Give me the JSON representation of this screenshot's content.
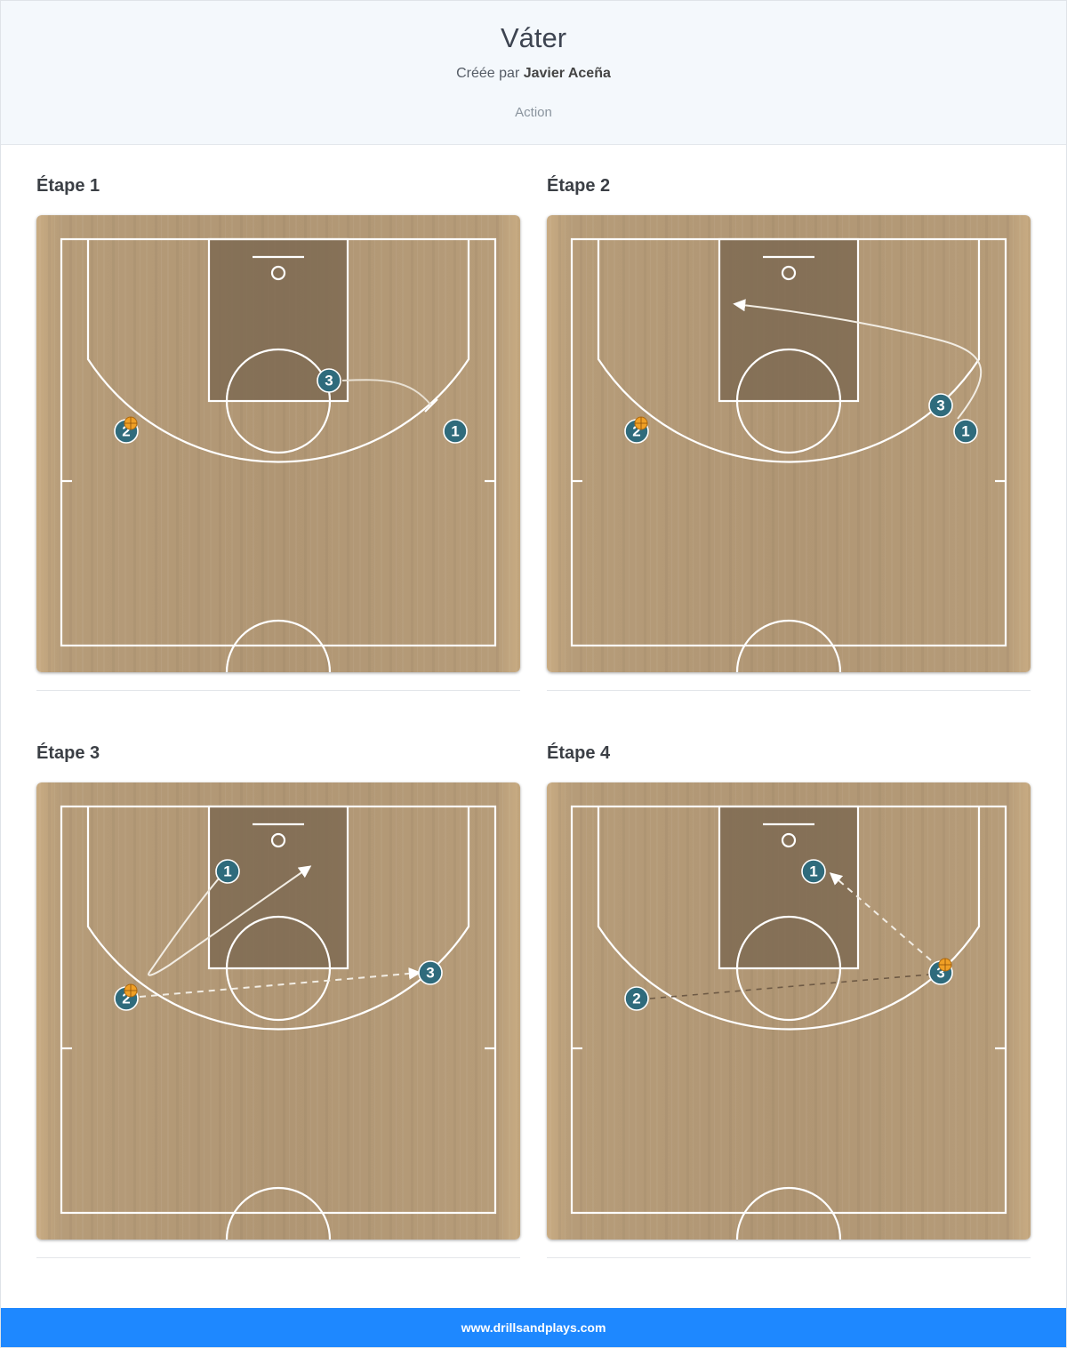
{
  "play": {
    "title": "Váter",
    "created_by_prefix": "Créée par",
    "author": "Javier Aceña",
    "category": "Action"
  },
  "steps": [
    {
      "title": "Étape 1",
      "players": [
        {
          "label": "2",
          "ball": true
        },
        {
          "label": "3",
          "ball": false
        },
        {
          "label": "1",
          "ball": false
        }
      ],
      "actions": [
        "screen",
        "none",
        "none"
      ]
    },
    {
      "title": "Étape 2",
      "players": [
        {
          "label": "2",
          "ball": true
        },
        {
          "label": "3",
          "ball": false
        },
        {
          "label": "1",
          "ball": false
        }
      ],
      "actions": [
        "cut"
      ]
    },
    {
      "title": "Étape 3",
      "players": [
        {
          "label": "1",
          "ball": false
        },
        {
          "label": "2",
          "ball": true
        },
        {
          "label": "3",
          "ball": false
        }
      ],
      "actions": [
        "cut",
        "pass"
      ]
    },
    {
      "title": "Étape 4",
      "players": [
        {
          "label": "1",
          "ball": false
        },
        {
          "label": "2",
          "ball": false
        },
        {
          "label": "3",
          "ball": true
        }
      ],
      "actions": [
        "pass"
      ]
    }
  ],
  "colors": {
    "player": "#2f6b7c",
    "court_wood": "#b39a77",
    "paint": "#7e6a52",
    "footer": "#1e88ff"
  },
  "footer": {
    "site": "www.drillsandplays.com"
  }
}
